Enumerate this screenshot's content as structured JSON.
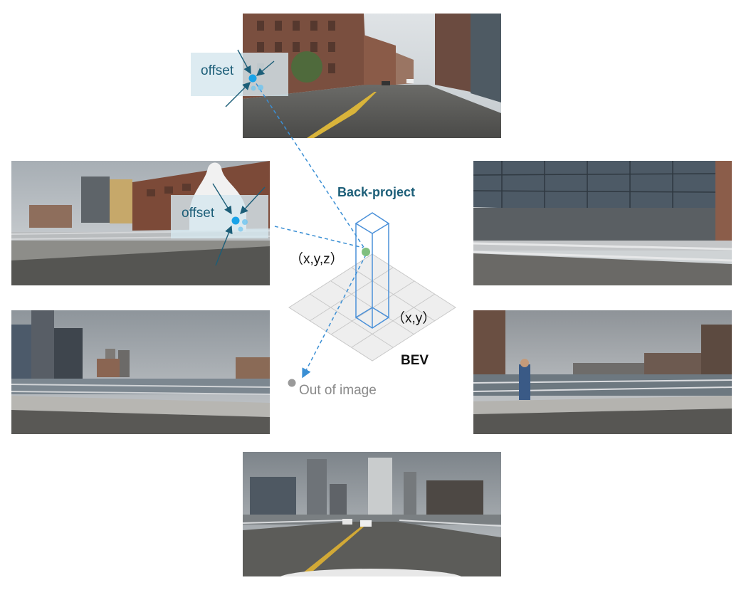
{
  "labels": {
    "offset_front": "offset",
    "offset_left": "offset",
    "back_project": "Back-project",
    "xyz": "（x,y,z）",
    "xy": "（x,y）",
    "bev": "BEV",
    "out_of_image": "Out of image"
  },
  "colors": {
    "accent_dark_teal": "#1c5e78",
    "offset_highlight_fill": "#c9dde8",
    "point_blue": "#1aa3e8",
    "dashed_ray": "#3b8fd4",
    "pillar_line": "#4a90d9",
    "bev_grid_fill": "#eeeeee",
    "bev_grid_line": "#c8c8c8",
    "point_green": "#7fbf7f",
    "out_point_gray": "#9a9a9a"
  },
  "cameras": [
    {
      "name": "front",
      "scene": "city street with brick buildings"
    },
    {
      "name": "front-left",
      "scene": "road with brick building and bottle sculpture"
    },
    {
      "name": "front-right",
      "scene": "glass building storefront with rail"
    },
    {
      "name": "back-left",
      "scene": "river with skyline under cloudy sky"
    },
    {
      "name": "back-right",
      "scene": "river bridge with pedestrian"
    },
    {
      "name": "back",
      "scene": "road with skyline towers"
    }
  ]
}
